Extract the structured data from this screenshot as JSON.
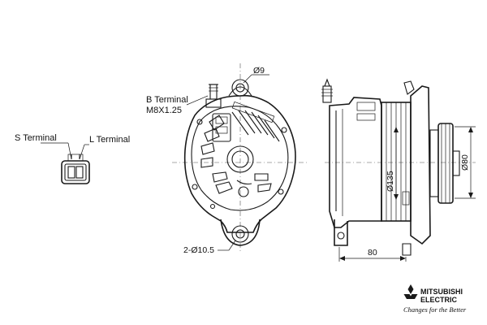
{
  "labels": {
    "s_terminal": "S Terminal",
    "l_terminal": "L Terminal",
    "b_terminal": "B Terminal",
    "b_terminal_thread": "M8X1.25",
    "hole_top": "Ø9",
    "hole_bottom": "2-Ø10.5",
    "dim_length": "80",
    "dim_pulley": "Ø80",
    "dim_body": "Ø135"
  },
  "brand": {
    "name_line1": "MITSUBISHI",
    "name_line2": "ELECTRIC",
    "tagline": "Changes for the Better",
    "logo_icon": "three-diamond-logo-icon",
    "color": "#111111"
  },
  "icons": {
    "connector": "terminal-connector-icon",
    "front_view": "alternator-front-view",
    "side_view": "alternator-side-view"
  }
}
